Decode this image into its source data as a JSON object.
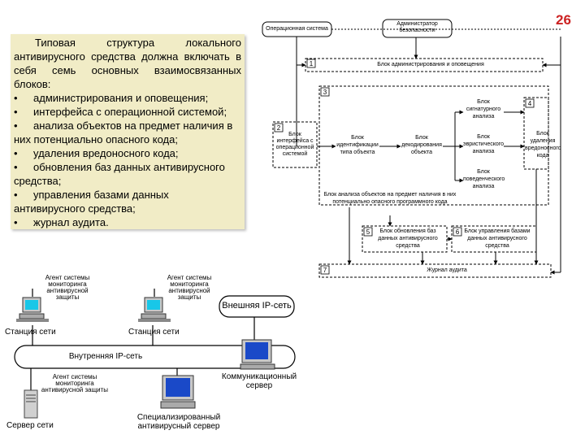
{
  "slide_number": "26",
  "text_panel": {
    "intro": "Типовая структура локального антивирусного средства должна включать в себя семь основных взаимосвязанных блоков:",
    "bullets": [
      "администрирования и оповещения;",
      "интерфейса с операционной системой;",
      "анализа объектов на предмет наличия в них потенциально опасного кода;",
      "удаления вредоносного кода;",
      "обновления баз данных антивирусного средства;",
      "управления базами данных антивирусного средства;",
      "журнал аудита."
    ],
    "bullet_symbol": "•"
  },
  "structure_diagram": {
    "os_label": "Операционная система",
    "admin_label": "Администратор безопасности",
    "block_admin": "Блок администрирования и оповещения",
    "block_os_interface": "Блок интерфейса с операционной системой",
    "block_identification": "Блок идентификации типа объекта",
    "block_decoding": "Блок декодирования объекта",
    "block_signature": "Блок сигнатурного анализа",
    "block_heuristic": "Блок эвристического анализа",
    "block_behavior": "Блок поведенческого анализа",
    "block_removal": "Блок удаления вредоносного кода",
    "block_analysis": "Блок анализа объектов на предмет наличия в них потенциально опасного программного кода",
    "block_db_update": "Блок обновления баз данных антивирусного средства",
    "block_db_manage": "Блок управления базами данных антивирусного средства",
    "block_audit": "Журнал аудита",
    "numbers": [
      "1",
      "2",
      "3",
      "4",
      "5",
      "6",
      "7"
    ]
  },
  "network_diagram": {
    "agent_label": "Агент системы мониторинга антивирусной защиты",
    "station_label": "Станция сети",
    "external_net": "Внешняя IP-сеть",
    "internal_net": "Внутренняя IP-сеть",
    "comm_server": "Коммуникационный сервер",
    "network_server": "Сервер сети",
    "av_server": "Специализированный антивирусный сервер"
  },
  "colors": {
    "panel_bg": "#f1ecc6",
    "slide_number": "#cc2222",
    "monitor_screen": "#1a49c8",
    "screen_cyan": "#18c7e8"
  }
}
